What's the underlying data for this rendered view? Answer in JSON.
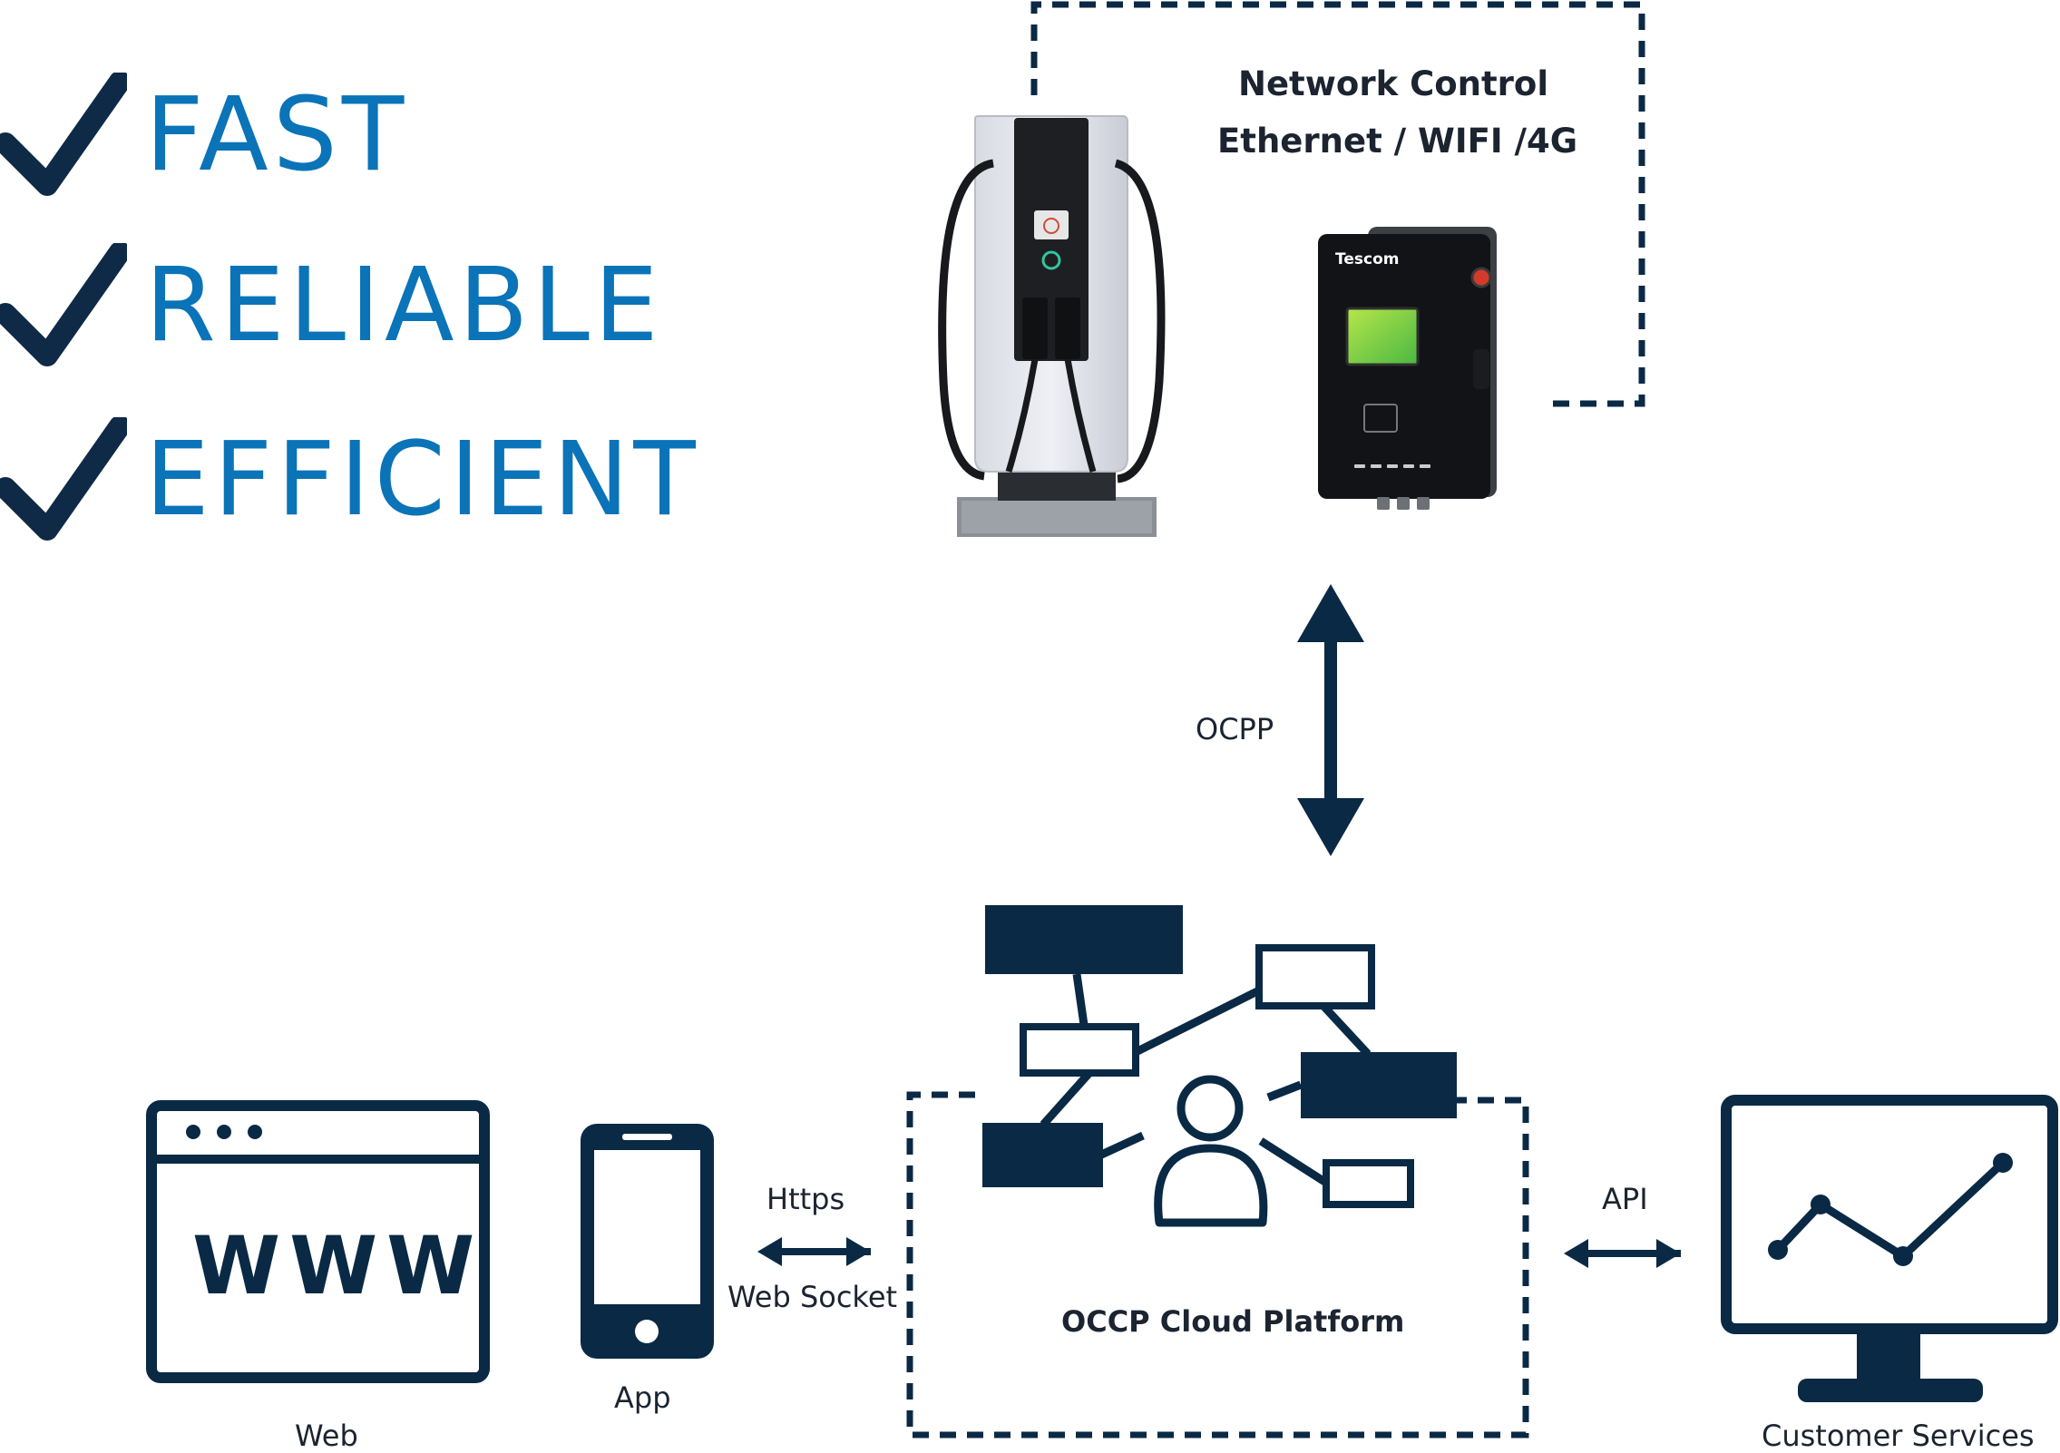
{
  "features": {
    "fast": "FAST",
    "reliable": "RELIABLE",
    "efficient": "EFFICIENT"
  },
  "network": {
    "line1": "Network Control",
    "line2": "Ethernet / WIFI /4G"
  },
  "wallbox": {
    "brand": "Tescom"
  },
  "protocol": {
    "ocpp": "OCPP",
    "https": "Https",
    "websocket": "Web Socket",
    "api": "API"
  },
  "platform": {
    "title": "OCCP Cloud Platform"
  },
  "clients": {
    "web": "Web",
    "www": "WWW",
    "app": "App",
    "customer_services": "Customer Services"
  },
  "colors": {
    "navy": "#0a2945",
    "feature_blue": "#0b73b8",
    "check_navy": "#0e2a47"
  }
}
